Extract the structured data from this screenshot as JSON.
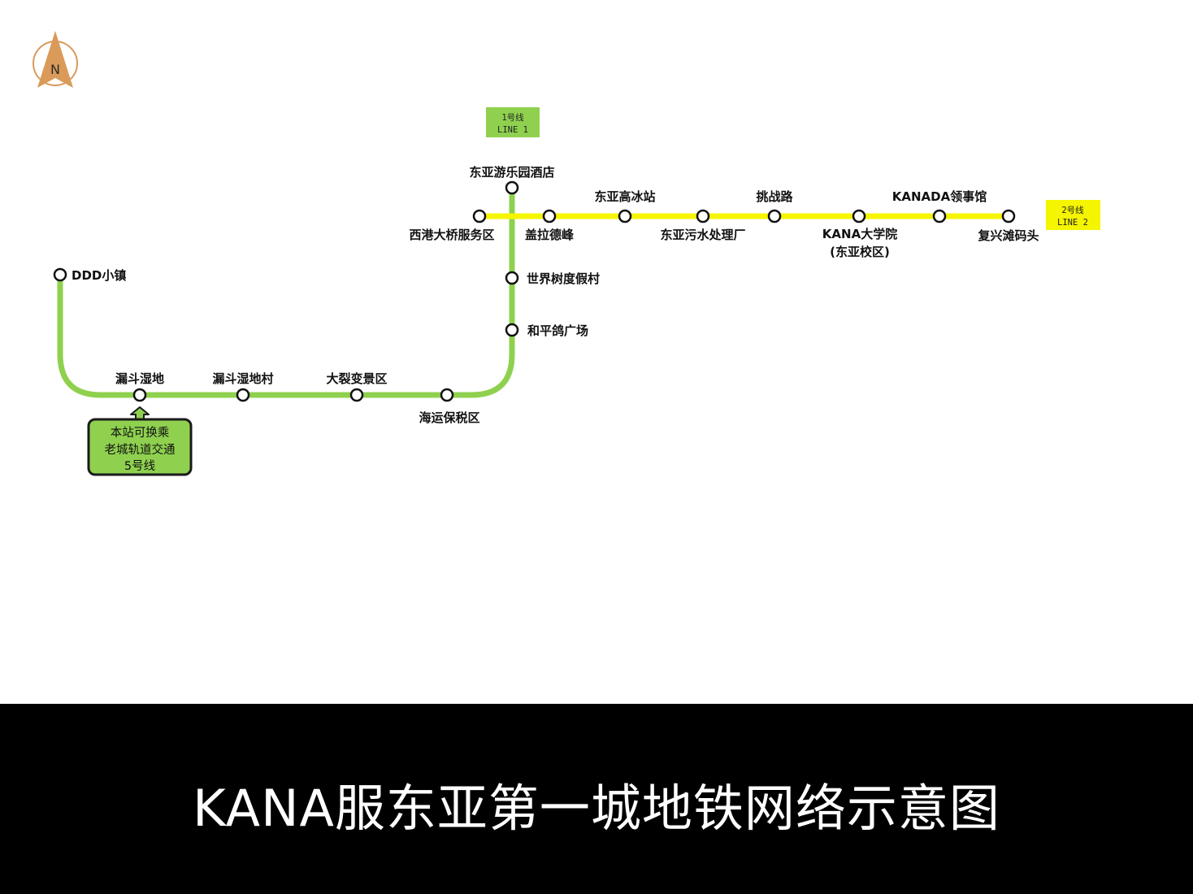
{
  "title": "KANA服东亚第一城地铁网络示意图",
  "compass": {
    "letter": "N",
    "icon": "north-arrow-compass-icon",
    "color": "#d99a5a"
  },
  "lines": [
    {
      "id": "line1",
      "name_cn": "1号线",
      "name_en": "LINE 1",
      "color": "#8fd14f"
    },
    {
      "id": "line2",
      "name_cn": "2号线",
      "name_en": "LINE 2",
      "color": "#f5f500"
    }
  ],
  "line1_stations": [
    "DDD小镇",
    "漏斗湿地",
    "漏斗湿地村",
    "大裂变景区",
    "海运保税区",
    "和平鸽广场",
    "世界树度假村",
    "东亚游乐园酒店"
  ],
  "line2_stations": [
    "西港大桥服务区",
    "盖拉德峰",
    "东亚高冰站",
    "东亚污水处理厂",
    "挑战路",
    "KANA大学院",
    "KANADA领事馆",
    "复兴滩码头"
  ],
  "line2_station_sublabels": {
    "KANA大学院": "(东亚校区)"
  },
  "transfer_note": {
    "station": "漏斗湿地",
    "lines": [
      "本站可换乘",
      "老城轨道交通",
      "5号线"
    ],
    "color": "#8fd14f"
  }
}
